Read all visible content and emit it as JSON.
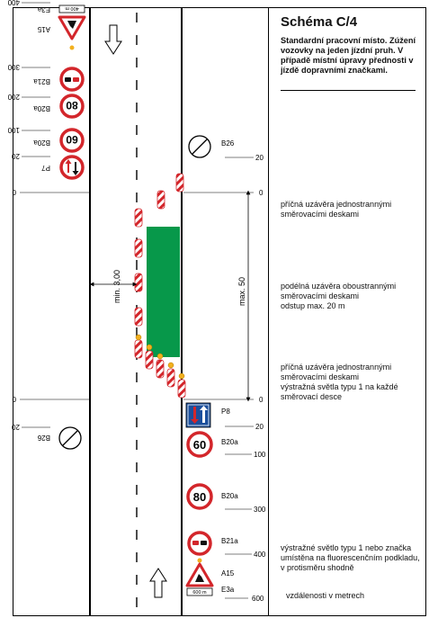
{
  "panel": {
    "title": "Schéma C/4",
    "subtitle": "Standardní pracovní místo. Zúžení vozovky na jeden jízdní pruh. V případě místní úpravy přednosti v jízdě dopravními značkami.",
    "desc_transverse": "příčná uzávěra jednostrannými směrovacími deskami",
    "desc_longitudinal": "podélná uzávěra oboustrannými směrovacími deskami\nodstup max. 20 m",
    "desc_transverse_light": "příčná uzávěra jednostrannými směrovacími deskami\nvýstražná světla typu 1 na každé směrovací desce",
    "desc_warning_light": "výstražné světlo typu 1 nebo značka umístěna na fluorescenčním podkladu,\nv protisměru shodně",
    "desc_units": "vzdálenosti v metrech"
  },
  "right_signs": {
    "b26": "B26",
    "p8": "P8",
    "b20a_60": "B20a",
    "speed_60": "60",
    "b20a_80": "B20a",
    "speed_80": "80",
    "b21a": "B21a",
    "a15": "A15",
    "e3a": "E3a",
    "e3a_value": "600 m"
  },
  "right_distances": {
    "d20_top": "20",
    "d0_top": "0",
    "d0_bottom": "0",
    "d20": "20",
    "d100": "100",
    "d300": "300",
    "d400": "400",
    "d600": "600"
  },
  "left_signs": {
    "b26": "B26",
    "p7": "P7",
    "b20a_60": "B20a",
    "speed_60": "60",
    "b20a_80": "B20a",
    "speed_80": "80",
    "b21a": "B21a",
    "a15": "A15",
    "e3a": "E3a",
    "e3a_value": "400 m"
  },
  "left_distances": {
    "d400": "400",
    "d300": "300",
    "d200": "200",
    "d100": "100",
    "d20": "20",
    "d0_top": "0",
    "d0_bottom": "0",
    "d20_bottom": "20"
  },
  "dimensions": {
    "min_width": "min. 3,00",
    "max_length": "max. 50"
  },
  "colors": {
    "work_area": "#07984a",
    "sign_red": "#d3262b",
    "sign_blue": "#1b4f9c",
    "light_amber": "#f2b01e"
  }
}
